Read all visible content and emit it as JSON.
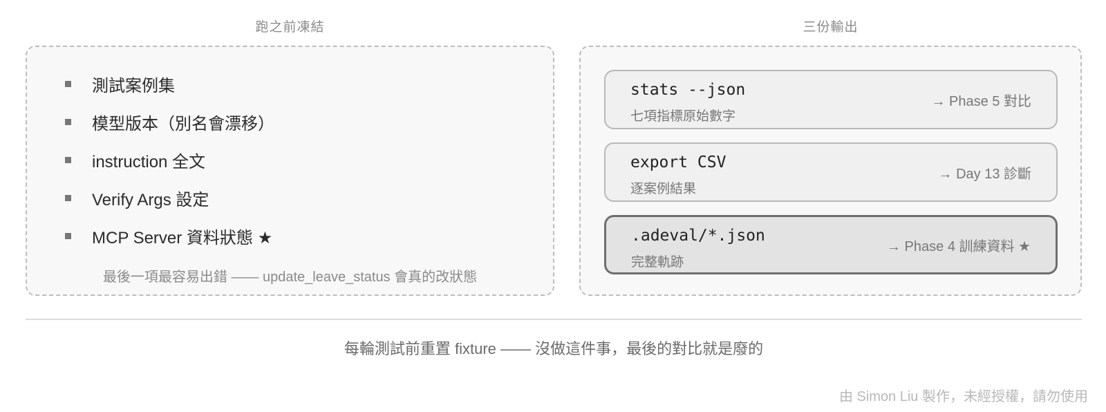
{
  "left": {
    "title": "跑之前凍結",
    "items": [
      {
        "label": "測試案例集"
      },
      {
        "label": "模型版本（別名會漂移）"
      },
      {
        "label": "instruction 全文"
      },
      {
        "label": "Verify Args 設定"
      },
      {
        "label": "MCP Server 資料狀態 ★"
      }
    ],
    "note": "最後一項最容易出錯 —— update_leave_status 會真的改狀態"
  },
  "right": {
    "title": "三份輸出",
    "cards": [
      {
        "code": "stats --json",
        "sub": "七項指標原始數字",
        "target": "→ Phase 5 對比",
        "highlight": false
      },
      {
        "code": "export CSV",
        "sub": "逐案例結果",
        "target": "→ Day 13 診斷",
        "highlight": false
      },
      {
        "code": ".adeval/*.json",
        "sub": "完整軌跡",
        "target": "→ Phase 4 訓練資料 ★",
        "highlight": true
      }
    ]
  },
  "bottom_note": "每輪測試前重置 fixture —— 沒做這件事，最後的對比就是廢的",
  "credit": "由 Simon Liu 製作，未經授權，請勿使用"
}
